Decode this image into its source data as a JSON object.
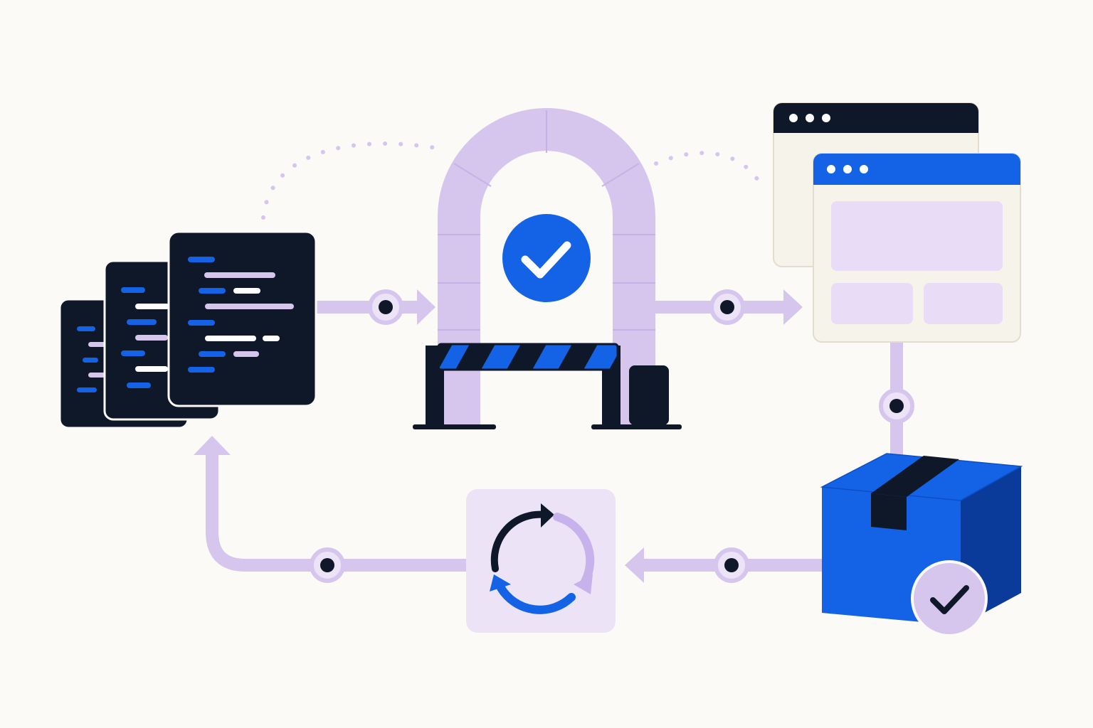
{
  "diagram": {
    "kind": "ci-cd-pipeline-loop",
    "stages": [
      {
        "id": "source-code",
        "icon": "code-files-icon"
      },
      {
        "id": "quality-gate",
        "icon": "archway-gate-check-icon"
      },
      {
        "id": "preview-environments",
        "icon": "browser-windows-icon"
      },
      {
        "id": "release-package",
        "icon": "package-box-check-icon"
      },
      {
        "id": "feedback-cycle",
        "icon": "cycle-arrows-icon"
      }
    ],
    "connections": [
      {
        "from": "source-code",
        "to": "quality-gate",
        "style": "solid-arrow"
      },
      {
        "from": "quality-gate",
        "to": "preview-environments",
        "style": "solid-arrow"
      },
      {
        "from": "preview-environments",
        "to": "release-package",
        "style": "solid-line"
      },
      {
        "from": "release-package",
        "to": "feedback-cycle",
        "style": "solid-arrow"
      },
      {
        "from": "feedback-cycle",
        "to": "source-code",
        "style": "solid-arrow"
      },
      {
        "from": "source-code",
        "to": "quality-gate",
        "style": "dotted-arc"
      },
      {
        "from": "quality-gate",
        "to": "preview-environments",
        "style": "dotted-arc"
      }
    ]
  },
  "colors": {
    "background": "#FBFAF6",
    "navy": "#0F1828",
    "blue": "#1463E6",
    "dark_blue": "#0A3A9A",
    "lavender": "#D6C6EE",
    "light_lavender": "#ECE3F7",
    "panel": "#F6F3EA",
    "white": "#FFFFFF"
  }
}
